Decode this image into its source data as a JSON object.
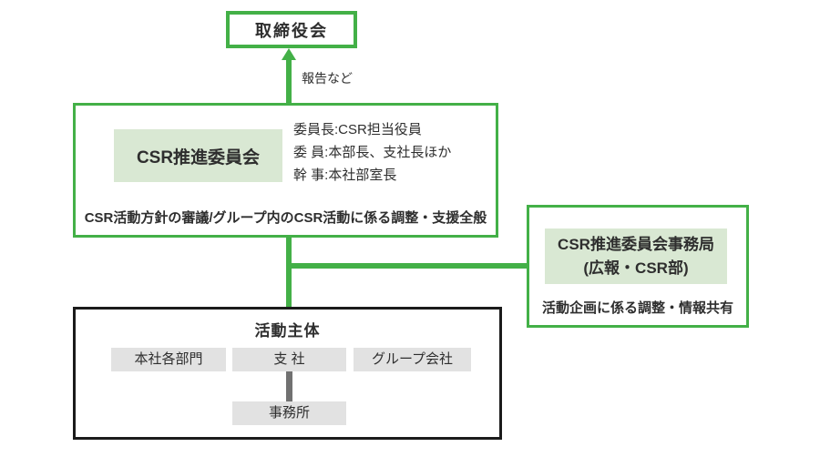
{
  "palette": {
    "green": "#43b047",
    "green_fill": "#d9e8d3",
    "gray_fill": "#e2e2e2",
    "dark_gray_connector": "#717171",
    "black_border": "#1b1b1b",
    "text": "#2e2e2e"
  },
  "board": {
    "label": "取締役会"
  },
  "report_arrow": {
    "label": "報告など"
  },
  "committee": {
    "title": "CSR推進委員会",
    "members": [
      "委員長:CSR担当役員",
      "委 員:本部長、支社長ほか",
      "幹 事:本社部室長"
    ],
    "description": "CSR活動方針の審議/グループ内のCSR活動に係る調整・支援全般"
  },
  "secretariat": {
    "title_line1": "CSR推進委員会事務局",
    "title_line2": "(広報・CSR部)",
    "description": "活動企画に係る調整・情報共有"
  },
  "actors": {
    "title": "活動主体",
    "units": [
      "本社各部門",
      "支 社",
      "グループ会社"
    ],
    "sub_unit": "事務所"
  }
}
